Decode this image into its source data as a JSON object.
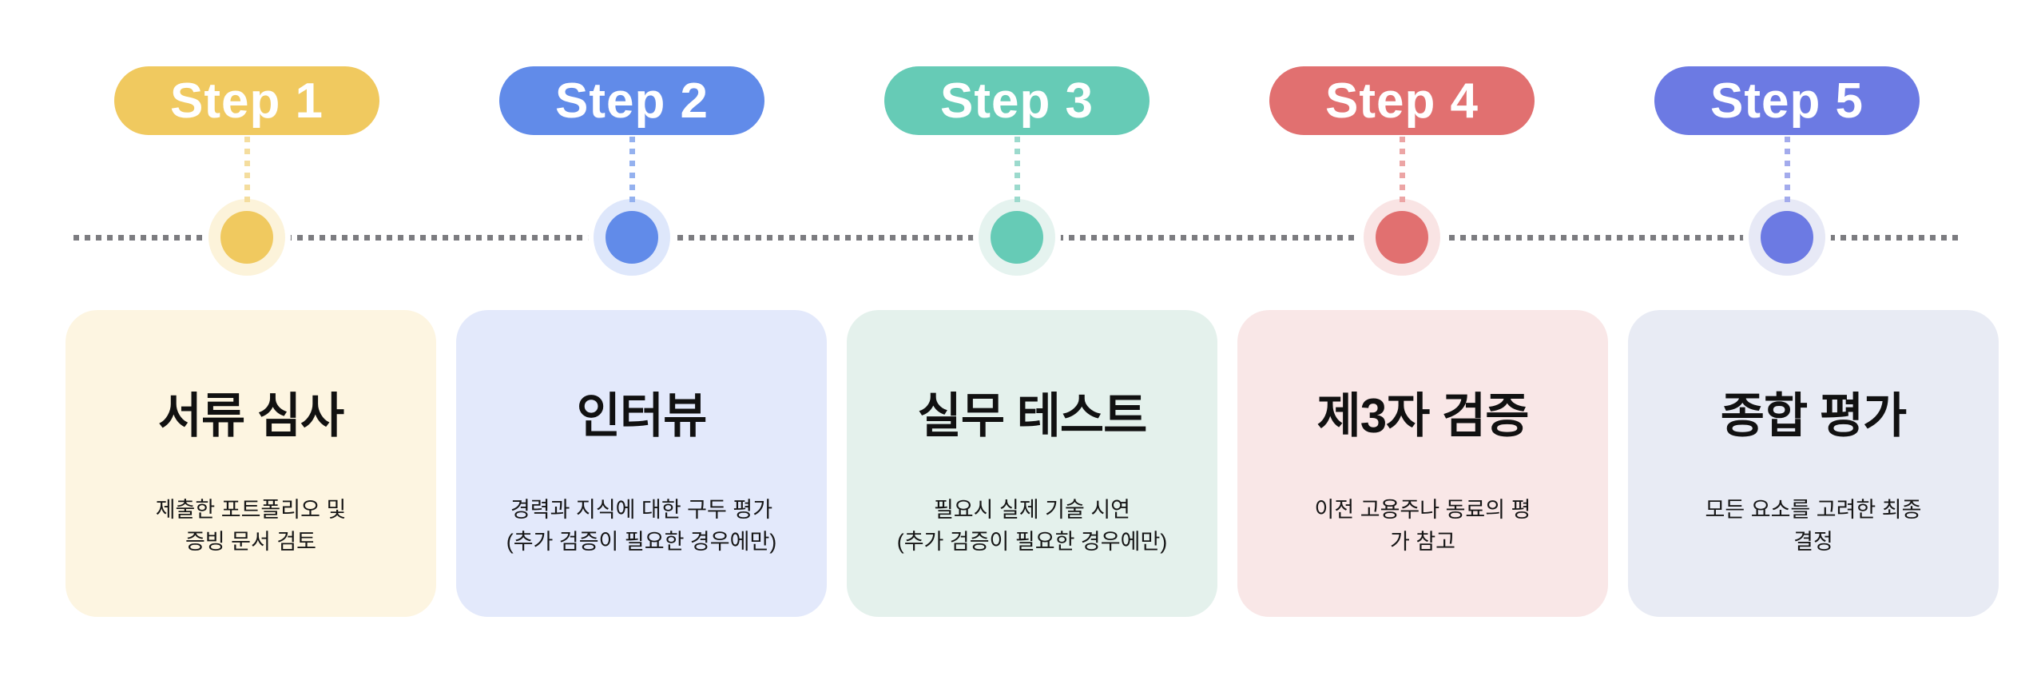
{
  "page": {
    "background": "#ffffff",
    "description_text_color": "#161616",
    "title_text_color": "#111111"
  },
  "timeline": {
    "line_color": "#7c7c80",
    "line_style": "square-dotted"
  },
  "steps": [
    {
      "badge_label": "Step 1",
      "title": "서류 심사",
      "description": "제출한 포트폴리오 및\n증빙 문서 검토",
      "colors": {
        "accent": "#f0c95f",
        "halo": "#fcf3da",
        "connector_dots": "#f4dd9e",
        "card_bg": "#fdf5e1"
      }
    },
    {
      "badge_label": "Step 2",
      "title": "인터뷰",
      "description": "경력과 지식에 대한 구두 평가\n(추가 검증이 필요한 경우에만)",
      "colors": {
        "accent": "#618be9",
        "halo": "#dee7fb",
        "connector_dots": "#94b1ef",
        "card_bg": "#e3e9fb"
      }
    },
    {
      "badge_label": "Step 3",
      "title": "실무 테스트",
      "description": "필요시 실제 기술 시연\n(추가 검증이 필요한 경우에만)",
      "colors": {
        "accent": "#66cbb6",
        "halo": "#e5f3ef",
        "connector_dots": "#9cdacd",
        "card_bg": "#e4f1ec"
      }
    },
    {
      "badge_label": "Step 4",
      "title": "제3자 검증",
      "description": "이전 고용주나 동료의 평\n가 참고",
      "colors": {
        "accent": "#e17070",
        "halo": "#f9e4e4",
        "connector_dots": "#eca5a5",
        "card_bg": "#f9e7e7"
      }
    },
    {
      "badge_label": "Step 5",
      "title": "종합 평가",
      "description": "모든 요소를 고려한 최종\n결정",
      "colors": {
        "accent": "#6c7ae3",
        "halo": "#e7e9f6",
        "connector_dots": "#a3abec",
        "card_bg": "#e8ebf4"
      }
    }
  ]
}
